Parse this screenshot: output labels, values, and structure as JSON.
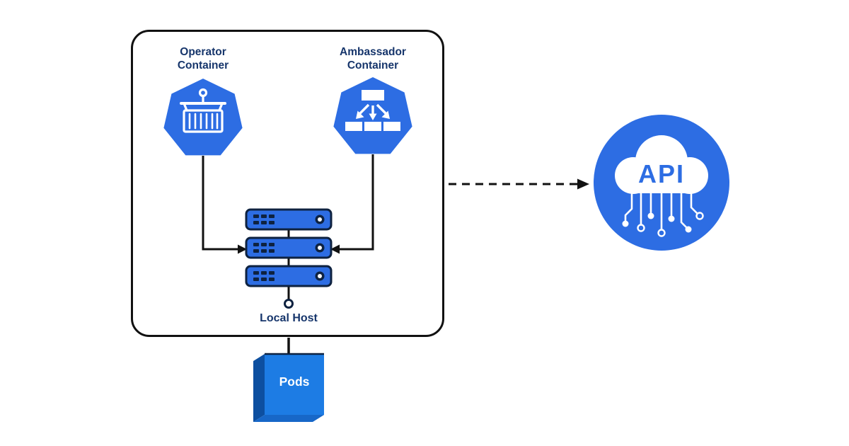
{
  "diagram": {
    "pod_box": {
      "operator_label": "Operator Container",
      "ambassador_label": "Ambassador Container",
      "local_host_label": "Local Host"
    },
    "pods_label": "Pods",
    "api_label": "API",
    "icons": {
      "operator": "container-crane-icon",
      "ambassador": "distribution-icon",
      "servers": "server-stack-icon",
      "api": "cloud-circuit-icon",
      "pods": "cube-icon"
    },
    "colors": {
      "primary_blue": "#2d6de3",
      "navy_text": "#16356b",
      "outline_dark": "#0e2240",
      "line_black": "#111111",
      "cube_front": "#1d7ce4",
      "cube_side": "#0d4fa0",
      "cube_bottom": "#1767c8",
      "white": "#ffffff"
    }
  }
}
